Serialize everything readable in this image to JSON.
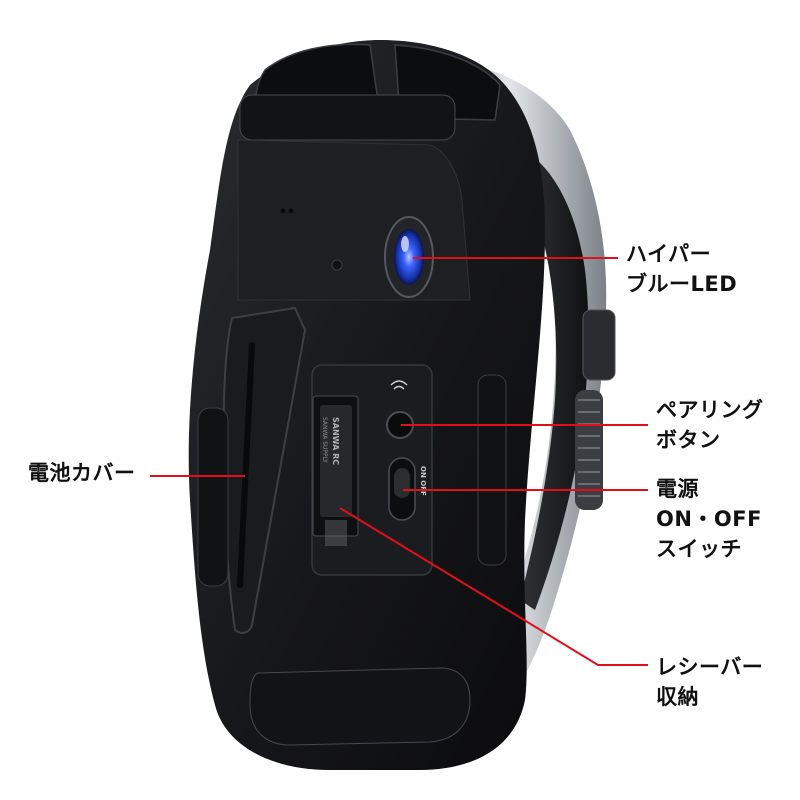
{
  "callouts": {
    "led": {
      "line1": "ハイパー",
      "line2": "ブルーLED"
    },
    "pairing": {
      "line1": "ペアリング",
      "line2": "ボタン"
    },
    "power": {
      "line1": "電源",
      "line2": "ON・OFF",
      "line3": "スイッチ"
    },
    "receiver": {
      "line1": "レシーバー",
      "line2": "収納"
    },
    "battery": {
      "line1": "電池カバー"
    }
  },
  "product_markings": {
    "receiver_text1": "SANWA RC",
    "receiver_text2": "SANWA SUPPLY",
    "switch_text": "ON OFF"
  },
  "colors": {
    "leader_line": "#e0101a",
    "led_glow": "#2f5bff",
    "mouse_body": "#1c1d20",
    "silver_trim": "#c8cdd3"
  }
}
